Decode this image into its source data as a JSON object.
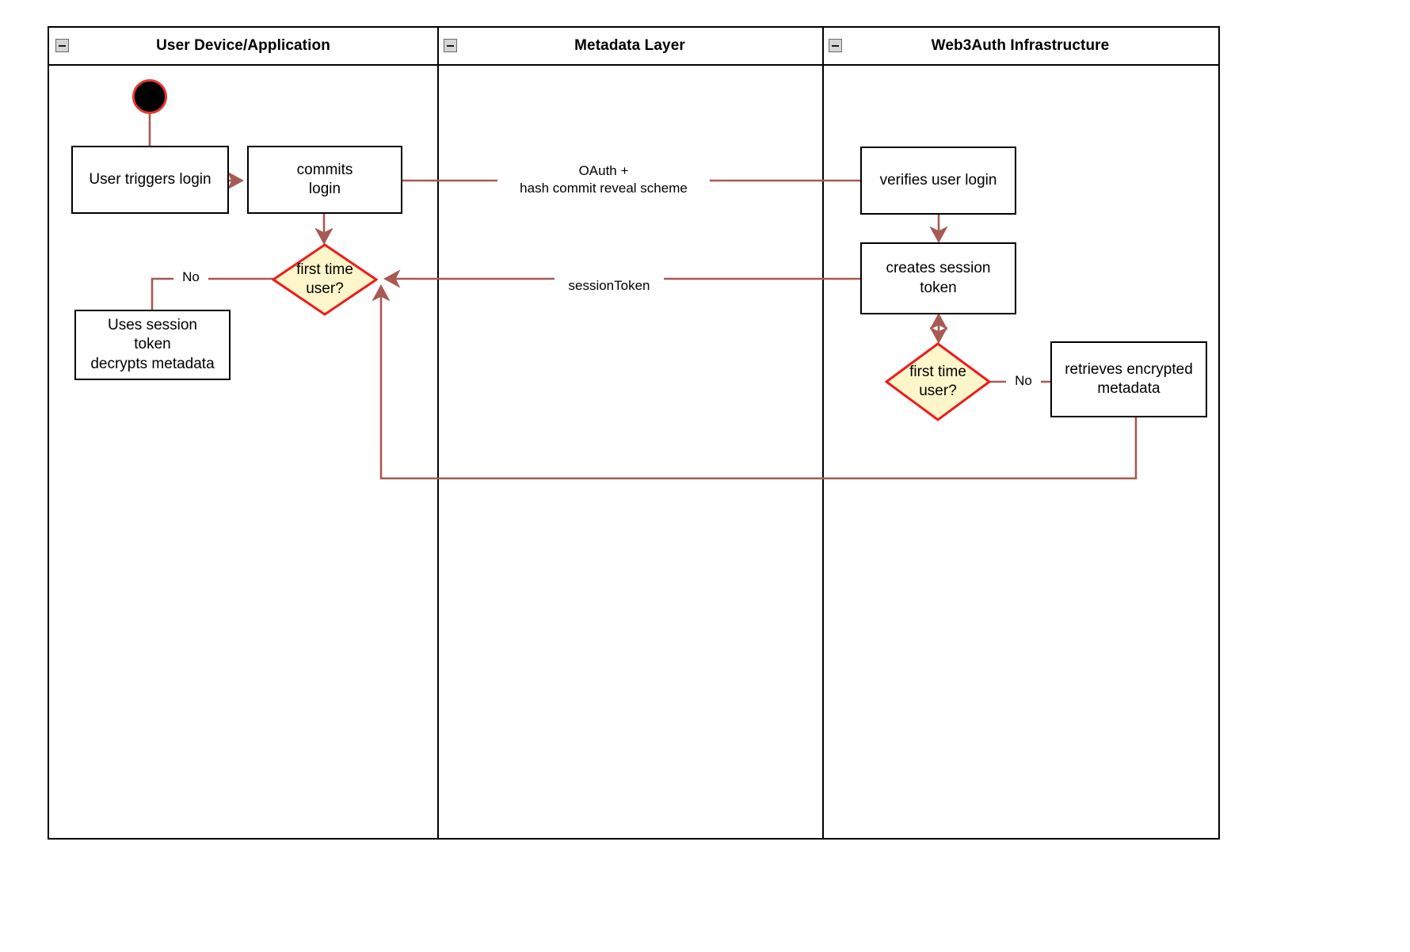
{
  "diagram": {
    "type": "swimlane-activity-diagram",
    "colors": {
      "lane_border": "#000000",
      "node_border": "#000000",
      "node_fill": "#ffffff",
      "decision_fill": "#fdf6ca",
      "decision_border": "#ee1b1b",
      "edge": "#a65a52",
      "start_node_fill": "#000000",
      "start_node_border": "#e8352b",
      "collapse_icon_fill": "#d4d4d4"
    },
    "lanes": [
      {
        "id": "user-device",
        "title": "User Device/Application",
        "collapse_icon": "collapse-minus-icon"
      },
      {
        "id": "metadata-layer",
        "title": "Metadata Layer",
        "collapse_icon": "collapse-minus-icon"
      },
      {
        "id": "web3auth",
        "title": "Web3Auth Infrastructure",
        "collapse_icon": "collapse-minus-icon"
      }
    ],
    "nodes": [
      {
        "id": "start",
        "kind": "start",
        "lane": "user-device",
        "label": ""
      },
      {
        "id": "user-triggers-login",
        "kind": "action",
        "lane": "user-device",
        "label": "User triggers login"
      },
      {
        "id": "commits-login",
        "kind": "action",
        "lane": "user-device",
        "label": "commits\nlogin"
      },
      {
        "id": "first-time-user-client",
        "kind": "decision",
        "lane": "user-device",
        "label": "first time\nuser?"
      },
      {
        "id": "uses-session-token",
        "kind": "action",
        "lane": "user-device",
        "label": "Uses session\ntoken\ndecrypts metadata"
      },
      {
        "id": "verifies-user-login",
        "kind": "action",
        "lane": "web3auth",
        "label": "verifies user login"
      },
      {
        "id": "creates-session-token",
        "kind": "action",
        "lane": "web3auth",
        "label": "creates session\ntoken"
      },
      {
        "id": "first-time-user-server",
        "kind": "decision",
        "lane": "web3auth",
        "label": "first time\nuser?"
      },
      {
        "id": "retrieves-encrypted-metadata",
        "kind": "action",
        "lane": "web3auth",
        "label": "retrieves encrypted\nmetadata"
      }
    ],
    "edges": [
      {
        "id": "start-to-trigger",
        "from": "start",
        "to": "user-triggers-login",
        "label": ""
      },
      {
        "id": "trigger-to-commits",
        "from": "user-triggers-login",
        "to": "commits-login",
        "label": ""
      },
      {
        "id": "commits-to-verifies",
        "from": "commits-login",
        "to": "verifies-user-login",
        "label": "OAuth +\nhash commit reveal scheme"
      },
      {
        "id": "commits-to-decision",
        "from": "commits-login",
        "to": "first-time-user-client",
        "label": ""
      },
      {
        "id": "decision-no-to-uses-session",
        "from": "first-time-user-client",
        "to": "uses-session-token",
        "label": "No"
      },
      {
        "id": "verifies-to-creates",
        "from": "verifies-user-login",
        "to": "creates-session-token",
        "label": ""
      },
      {
        "id": "creates-to-decision",
        "from": "creates-session-token",
        "to": "first-time-user-server",
        "label": ""
      },
      {
        "id": "server-decision-no-to-retrieves",
        "from": "first-time-user-server",
        "to": "retrieves-encrypted-metadata",
        "label": "No"
      },
      {
        "id": "creates-to-client-decision",
        "from": "creates-session-token",
        "to": "first-time-user-client",
        "label": "sessionToken"
      },
      {
        "id": "retrieves-back-to-client-decision",
        "from": "retrieves-encrypted-metadata",
        "to": "first-time-user-client",
        "label": ""
      }
    ],
    "labels": {
      "oauth_line1": "OAuth +",
      "oauth_line2": "hash commit reveal scheme",
      "session_token": "sessionToken",
      "no_client": "No",
      "no_server": "No"
    }
  }
}
